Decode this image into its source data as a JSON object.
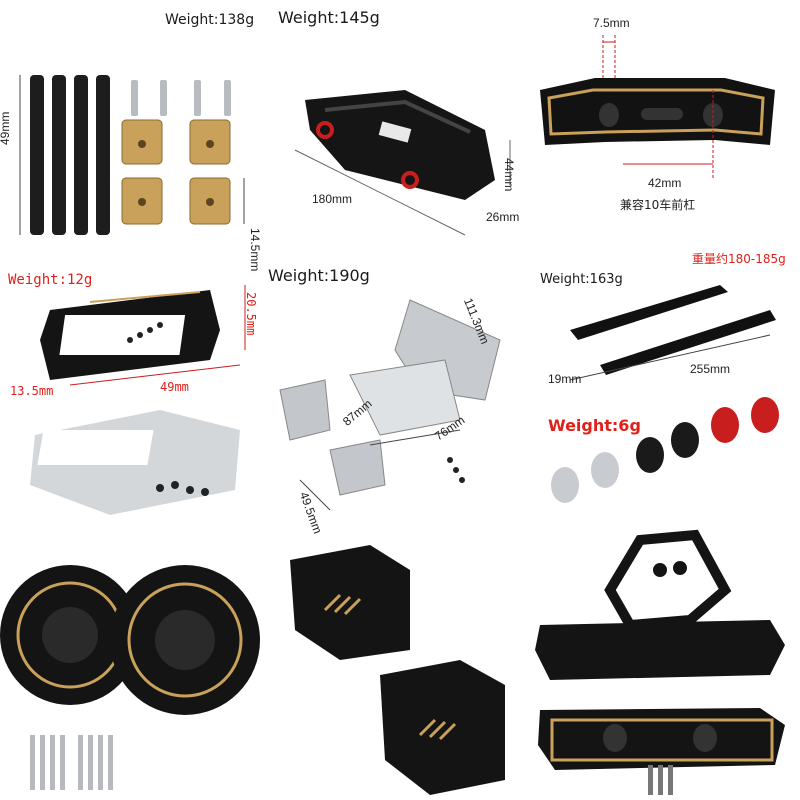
{
  "labels": {
    "w138": "Weight:138g",
    "w145": "Weight:145g",
    "d7_5": "7.5mm",
    "d49a": "49mm",
    "d14_5": "14.5mm",
    "d44": "44mm",
    "d180": "180mm",
    "d26": "26mm",
    "d42": "42mm",
    "compat": "兼容10车前杠",
    "w12": "Weight:12g",
    "d20_5": "20.5mm",
    "d13_5": "13.5mm",
    "d49b": "49mm",
    "w190": "Weight:190g",
    "d111_3": "111.3mm",
    "d87": "87mm",
    "d76": "76mm",
    "d49_5": "49.5mm",
    "zhongliang": "重量约180-185g",
    "w163": "Weight:163g",
    "d19": "19mm",
    "d255": "255mm",
    "w6": "Weight:6g"
  },
  "colors": {
    "metal_black": "#141414",
    "brass": "#c9a15a",
    "silver": "#cfd3d6",
    "red_anodized": "#c81e1e",
    "label_red": "#e0201a"
  }
}
